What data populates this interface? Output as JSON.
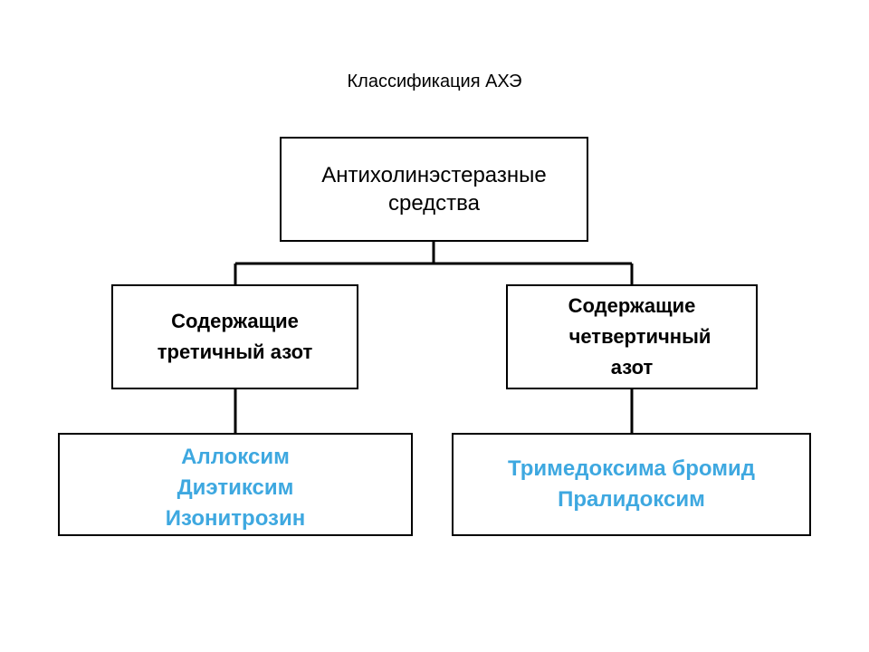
{
  "title": "Классификация АХЭ",
  "colors": {
    "line": "#000000",
    "drug_text": "#3ea8e0"
  },
  "root": {
    "lines": [
      "Антихолинэстеразные",
      "средства"
    ]
  },
  "categories": [
    {
      "lines": [
        "Содержащие",
        "третичный азот"
      ],
      "drugs": [
        "Аллоксим",
        "Диэтиксим",
        "Изонитрозин"
      ]
    },
    {
      "lines": [
        "Содержащие",
        "четвертичный",
        "азот"
      ],
      "drugs": [
        "Тримедоксима бромид",
        "Пралидоксим"
      ]
    }
  ]
}
